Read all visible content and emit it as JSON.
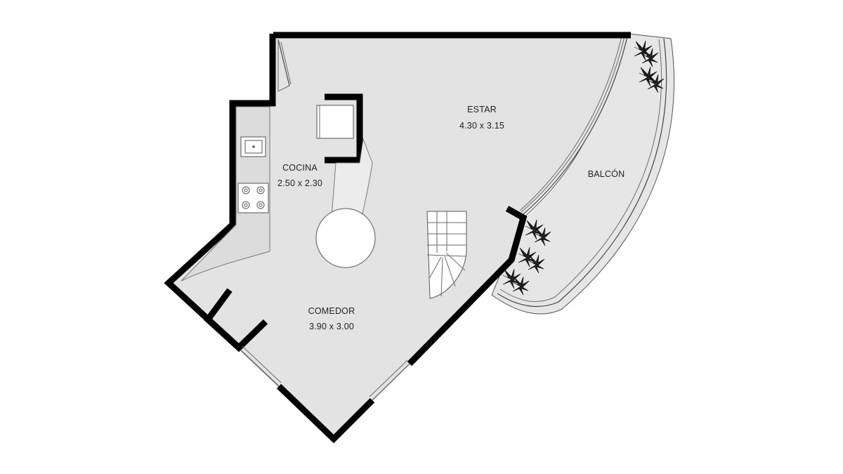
{
  "rooms": {
    "estar": {
      "name": "ESTAR",
      "dims": "4.30 x 3.15"
    },
    "cocina": {
      "name": "COCINA",
      "dims": "2.50 x 2.30"
    },
    "comedor": {
      "name": "COMEDOR",
      "dims": "3.90 x 3.00"
    },
    "balcon": {
      "name": "BALCÓN"
    }
  },
  "colors": {
    "floor": "#e3e3e3",
    "wall": "#000000",
    "balcony_floor": "#e6e6e6",
    "background": "#ffffff"
  },
  "icons": [
    "stove-icon",
    "sink-icon",
    "staircase-icon",
    "plant-icon",
    "door-swing-icon",
    "fridge-icon",
    "round-table-icon"
  ]
}
